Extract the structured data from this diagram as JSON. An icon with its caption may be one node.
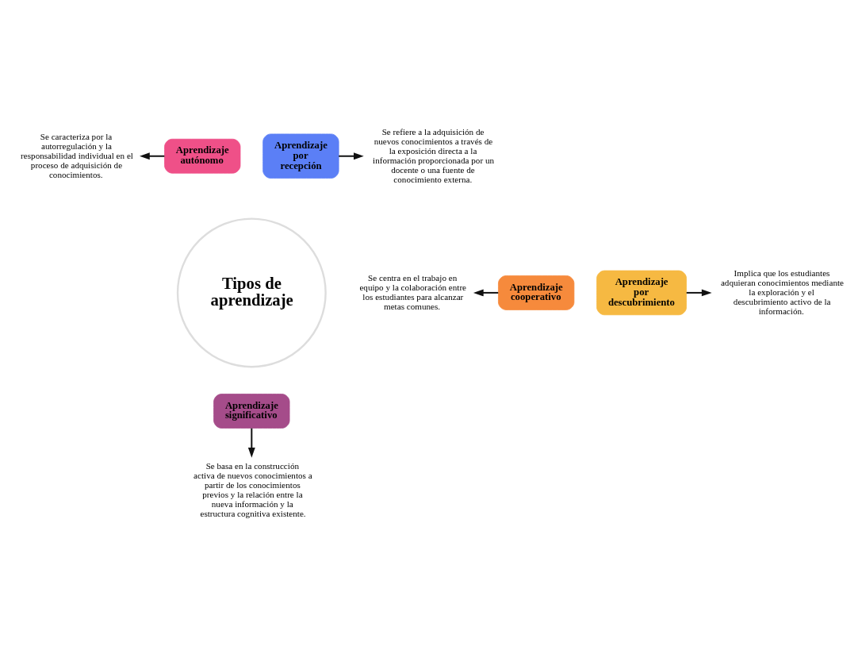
{
  "diagram": {
    "nodes": [
      {
        "text": [
          "Tipos de aprendizaje"
        ]
      },
      {
        "text": [
          "Aprendizaje autónomo"
        ]
      },
      {
        "text": [
          "Aprendizaje por recepción"
        ]
      },
      {
        "text": [
          "Aprendizaje por descubrimiento"
        ]
      },
      {
        "text": [
          "Aprendizaje significativo"
        ]
      },
      {
        "text": [
          "Aprendizaje cooperativo"
        ]
      },
      {
        "text": [
          "Se caracteriza por la autorregulación y la responsabilidad individual en el proceso de adquisición de conocimientos."
        ]
      },
      {
        "text": [
          "Se refiere a la adquisición de nuevos conocimientos a través de la exposición directa a la información proporcionada por un docente o una fuente de conocimiento externa."
        ]
      },
      {
        "text": [
          "Implica que los estudiantes adquieran conocimientos mediante la exploración y el descubrimiento activo de la información."
        ]
      },
      {
        "text": [
          "Se basa en la construcción activa de nuevos conocimientos a partir de los conocimientos previos y la relación entre la nueva información y la estructura cognitiva existente."
        ]
      },
      {
        "text": [
          "Se centra en el trabajo en equipo y la colaboración entre los estudiantes para alcanzar metas comunes."
        ]
      }
    ],
    "edges": [
      {
        "from": 1,
        "to": 6,
        "arrow": "to"
      },
      {
        "from": 2,
        "to": 7,
        "arrow": "to"
      },
      {
        "from": 3,
        "to": 8,
        "arrow": "to"
      },
      {
        "from": 4,
        "to": 9,
        "arrow": "to"
      },
      {
        "from": 5,
        "to": 10,
        "arrow": "to"
      }
    ]
  }
}
